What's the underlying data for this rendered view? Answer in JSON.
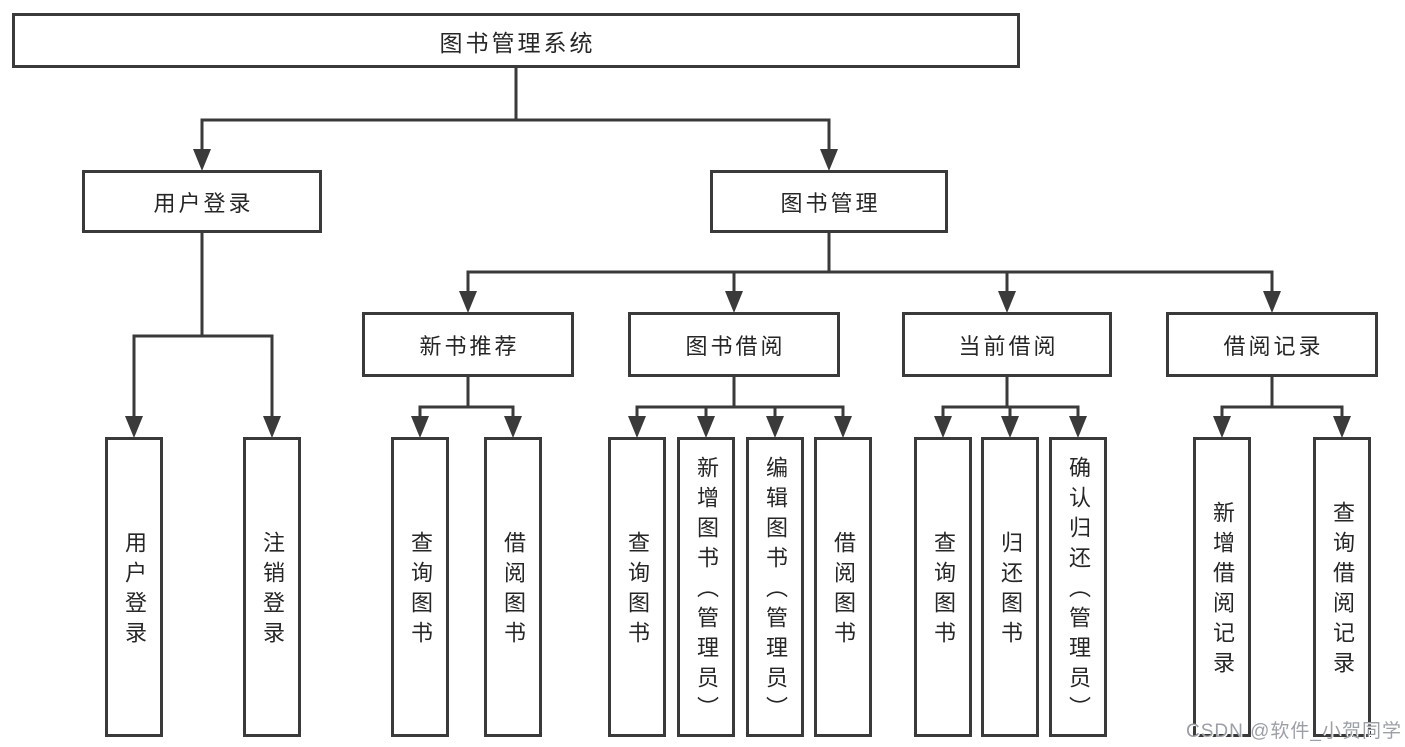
{
  "diagram_title": "图书管理系统",
  "nodes": {
    "root": "图书管理系统",
    "user_login": "用户登录",
    "book_management": "图书管理",
    "new_book_rec": "新书推荐",
    "book_borrow": "图书借阅",
    "current_borrow": "当前借阅",
    "borrow_records": "借阅记录",
    "leaf_user_login": "用户登录",
    "leaf_logout": "注销登录",
    "leaf_query_book_1": "查询图书",
    "leaf_borrow_book_1": "借阅图书",
    "leaf_query_book_2": "查询图书",
    "leaf_add_book": "新增图书（管理员）",
    "leaf_edit_book": "编辑图书（管理员）",
    "leaf_borrow_book_2": "借阅图书",
    "leaf_query_book_3": "查询图书",
    "leaf_return_book": "归还图书",
    "leaf_confirm_return": "确认归还（管理员）",
    "leaf_add_borrow_record": "新增借阅记录",
    "leaf_query_borrow_record": "查询借阅记录"
  },
  "hierarchy": {
    "root": [
      "user_login",
      "book_management"
    ],
    "user_login": [
      "leaf_user_login",
      "leaf_logout"
    ],
    "book_management": [
      "new_book_rec",
      "book_borrow",
      "current_borrow",
      "borrow_records"
    ],
    "new_book_rec": [
      "leaf_query_book_1",
      "leaf_borrow_book_1"
    ],
    "book_borrow": [
      "leaf_query_book_2",
      "leaf_add_book",
      "leaf_edit_book",
      "leaf_borrow_book_2"
    ],
    "current_borrow": [
      "leaf_query_book_3",
      "leaf_return_book",
      "leaf_confirm_return"
    ],
    "borrow_records": [
      "leaf_add_borrow_record",
      "leaf_query_borrow_record"
    ]
  },
  "watermark": "CSDN @软件_小贺同学",
  "colors": {
    "line": "#3a3a3a",
    "box_border": "#3a3a3a",
    "text": "#262626",
    "watermark": "#9ca0a6",
    "background": "#ffffff"
  }
}
